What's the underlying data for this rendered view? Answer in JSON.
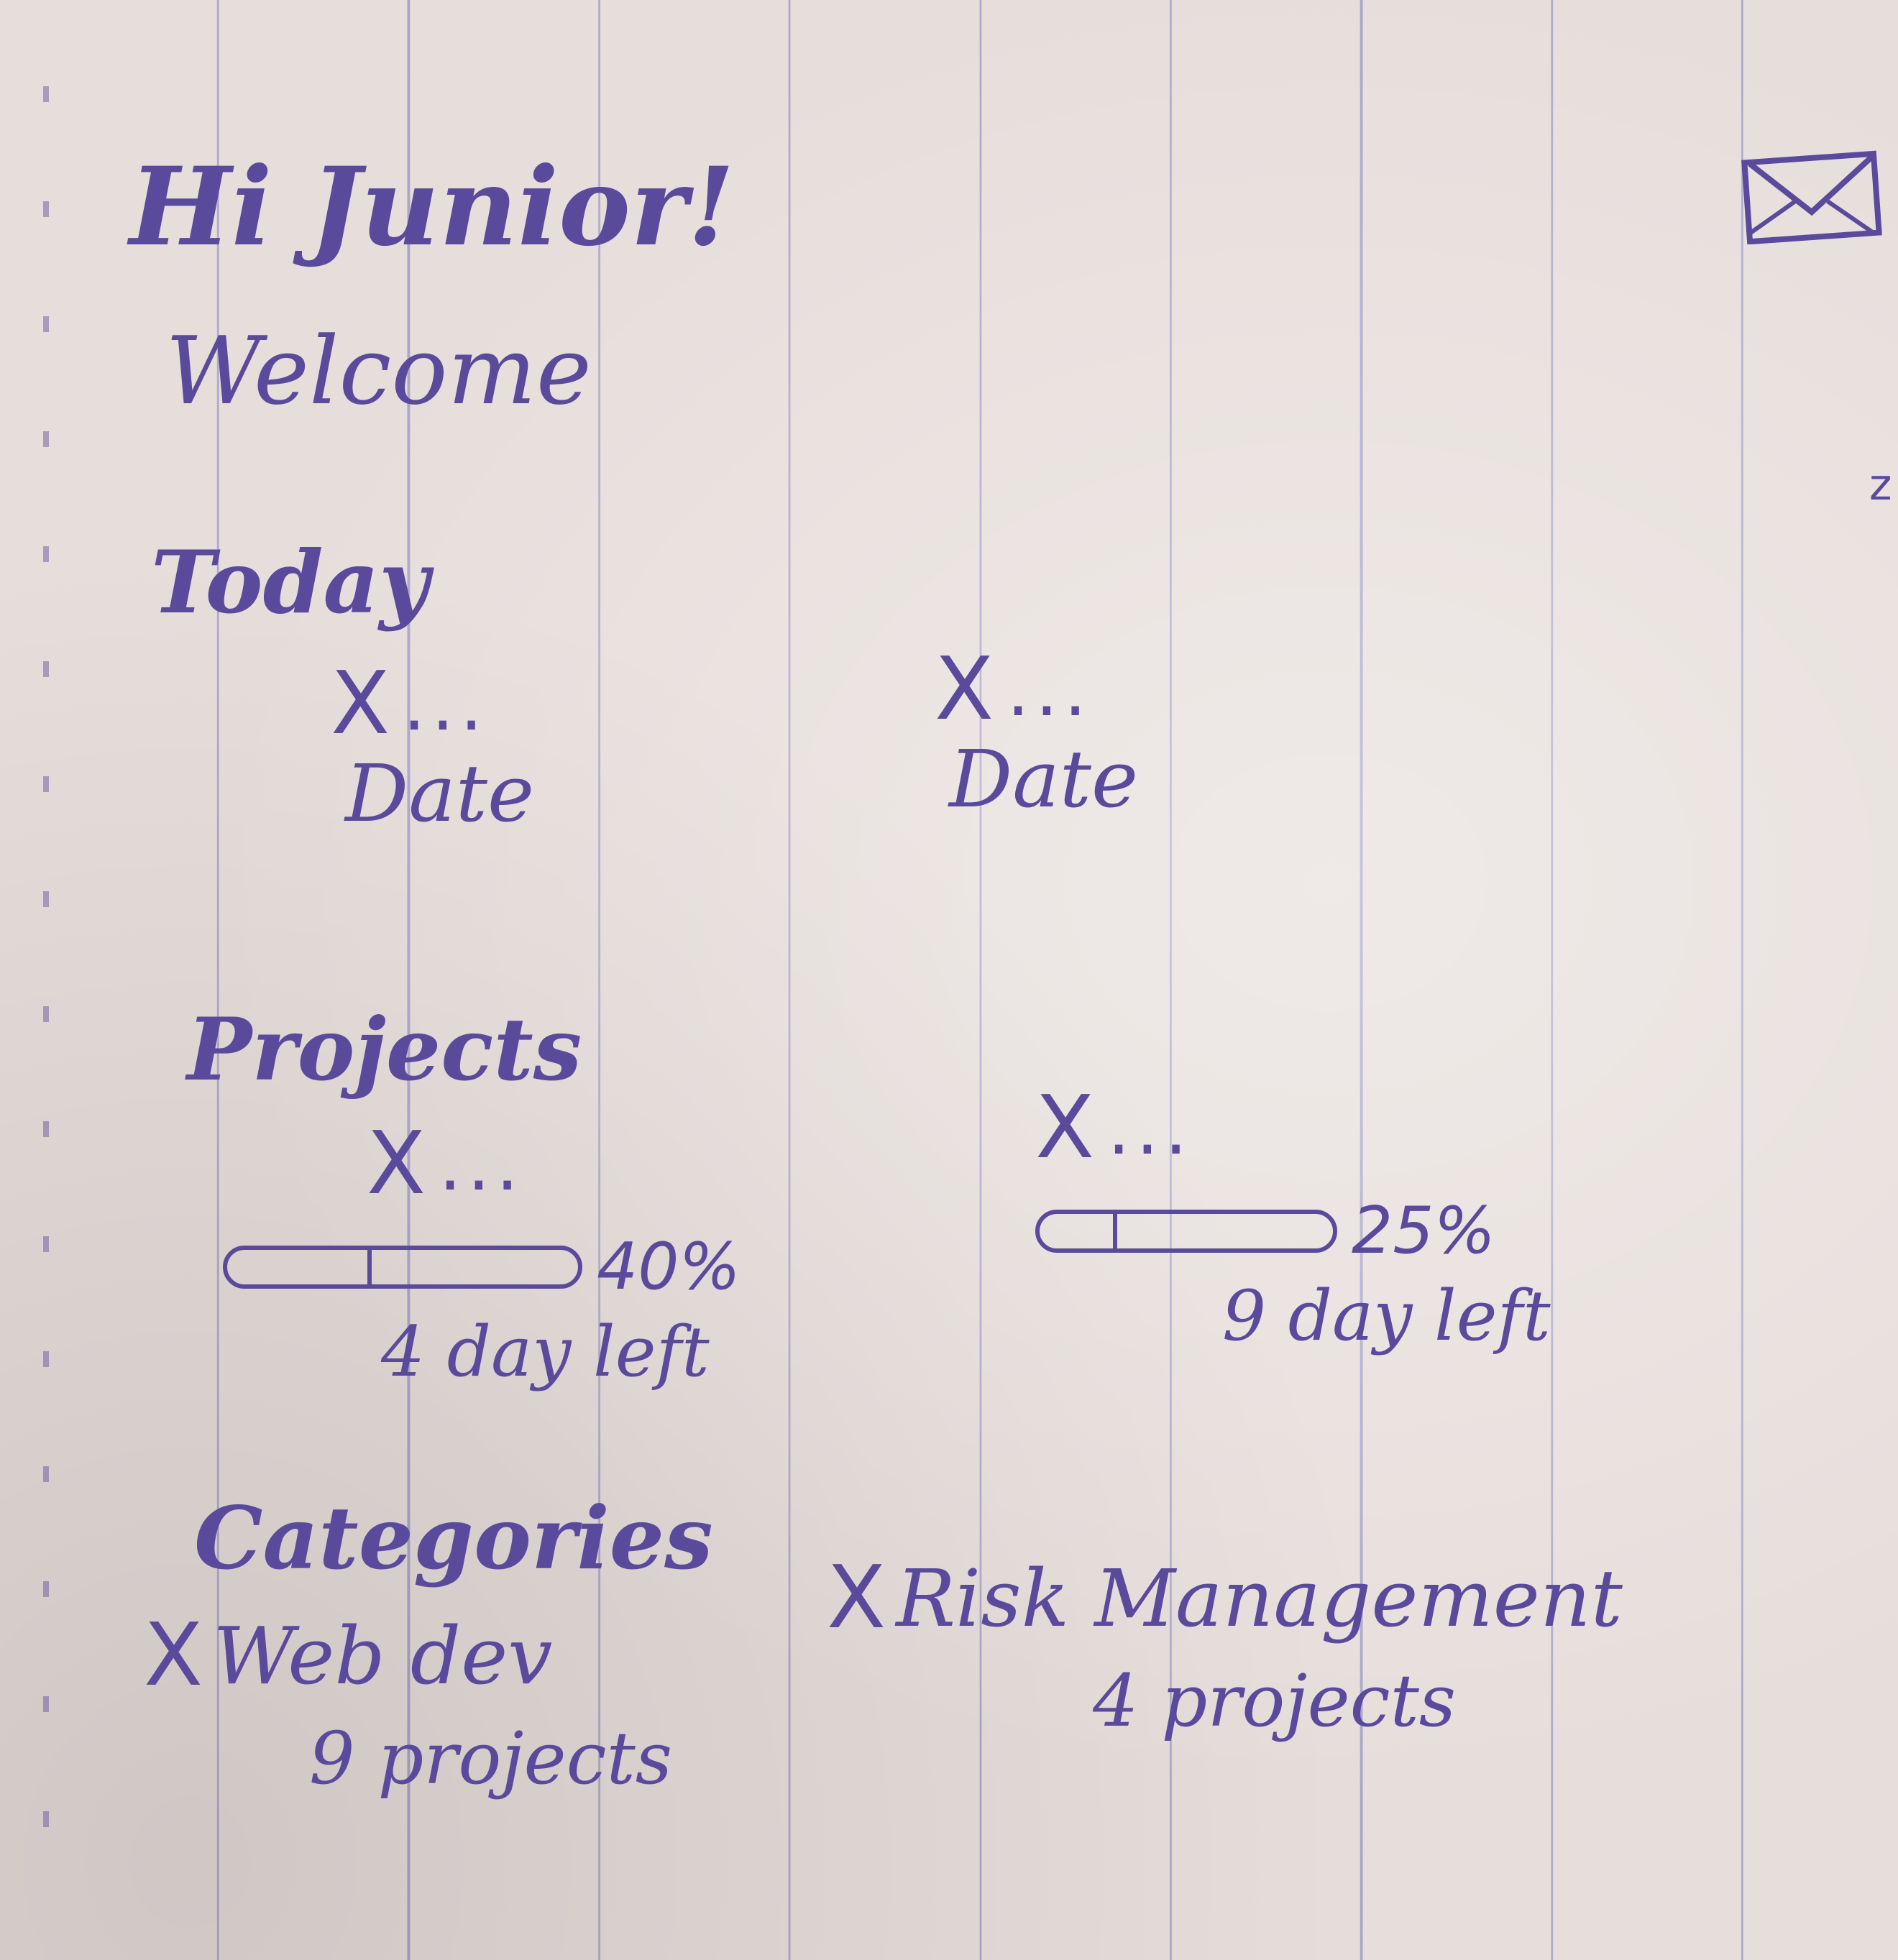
{
  "header": {
    "greeting": "Hi Junior!",
    "welcome": "Welcome",
    "icons": {
      "mail": "mail-icon"
    }
  },
  "today": {
    "title": "Today",
    "items": [
      {
        "marker": "X",
        "dots": "...",
        "label": "Date"
      },
      {
        "marker": "X",
        "dots": "...",
        "label": "Date"
      }
    ]
  },
  "projects": {
    "title": "Projects",
    "items": [
      {
        "marker": "X",
        "dots": "...",
        "progress": 0.4,
        "percent_label": "40%",
        "days_left": "4 day left"
      },
      {
        "marker": "X",
        "dots": "...",
        "progress": 0.25,
        "percent_label": "25%",
        "days_left": "9 day left"
      }
    ]
  },
  "categories": {
    "title": "Categories",
    "items": [
      {
        "marker": "X",
        "name": "Web dev",
        "count": "9 projects"
      },
      {
        "marker": "X",
        "name": "Risk Management",
        "count": "4 projects"
      }
    ]
  },
  "colors": {
    "ink": "#5a4a9c",
    "paper": "#e6dedb",
    "rule_lines": "#7878be"
  }
}
